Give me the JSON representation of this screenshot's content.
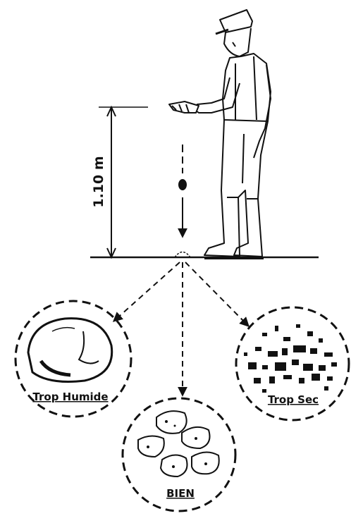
{
  "measurement": {
    "height_label": "1.10 m"
  },
  "outcomes": {
    "too_wet": "Trop  Humide",
    "good": "BIEN",
    "too_dry": "Trop Sec"
  },
  "colors": {
    "ink": "#111111",
    "paper": "#ffffff"
  }
}
